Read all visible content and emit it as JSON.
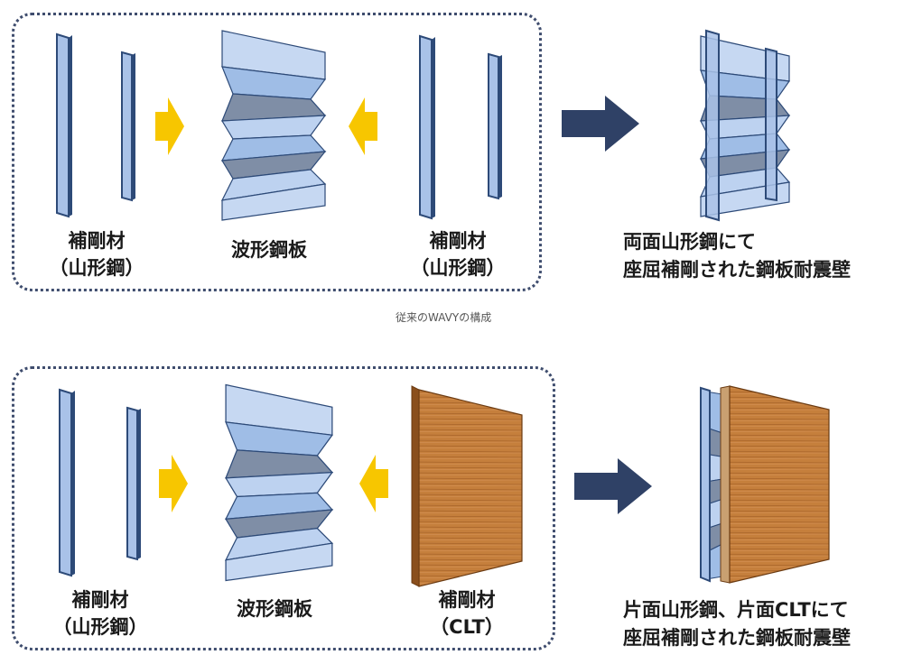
{
  "colors": {
    "steel_light": "#bdd2f0",
    "steel_mid": "#9fbde6",
    "steel_dark": "#8090a6",
    "outline": "#2d4a78",
    "wood": "#c57f3c",
    "wood_dark": "#8a4f1c",
    "yellow_arrow": "#f7c600",
    "navy_arrow": "#2f4166",
    "dotted_border": "#3f4d6e"
  },
  "top": {
    "stiffener_left_label": [
      "補剛材",
      "（山形鋼）"
    ],
    "plate_label": "波形鋼板",
    "stiffener_right_label": [
      "補剛材",
      "（山形鋼）"
    ],
    "result_label": [
      "両面山形鋼にて",
      "座屈補剛された鋼板耐震壁"
    ]
  },
  "caption": "従来のWAVYの構成",
  "bottom": {
    "stiffener_left_label": [
      "補剛材",
      "（山形鋼）"
    ],
    "plate_label": "波形鋼板",
    "stiffener_right_label": [
      "補剛材",
      "（CLT）"
    ],
    "result_label": [
      "片面山形鋼、片面CLTにて",
      "座屈補剛された鋼板耐震壁"
    ]
  }
}
